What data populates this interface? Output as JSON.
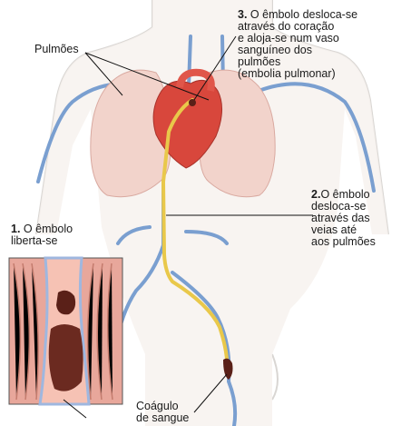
{
  "labels": {
    "lungs": "Pulmões",
    "step1_number": "1.",
    "step1_text": "O êmbolo\nliberta-se",
    "step2_number": "2.",
    "step2_text": "O êmbolo\ndesloca-se\natravés das\nveias até\naos pulmões",
    "step3_number": "3.",
    "step3_text": "O êmbolo desloca-se\natravés do coração\ne aloja-se num vaso\nsanguíneo dos\npulmões\n(embolia pulmonar)",
    "clot": "Coágulo\nde sangue"
  },
  "colors": {
    "body_outline": "#d9d6d3",
    "vein_blue": "#7a9fd0",
    "lung_fill": "#f2d3cb",
    "heart_red": "#d8473c",
    "embolus_path": "#e9c84a",
    "clot_dark": "#5a2018",
    "vessel_wall": "#e8a79b",
    "muscle": "#d99486",
    "leader_line": "#111111"
  }
}
